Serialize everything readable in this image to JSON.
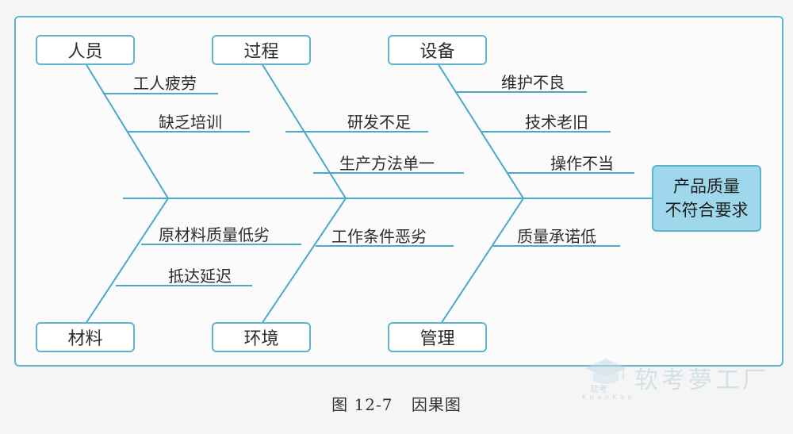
{
  "categories": {
    "personnel": "人员",
    "process": "过程",
    "equipment": "设备",
    "material": "材料",
    "environment": "环境",
    "management": "管理"
  },
  "causes": {
    "personnel": [
      "工人疲劳",
      "缺乏培训"
    ],
    "process": [
      "研发不足",
      "生产方法单一"
    ],
    "equipment": [
      "维护不良",
      "技术老旧",
      "操作不当"
    ],
    "material": [
      "原材料质量低劣",
      "抵达延迟"
    ],
    "environment": [
      "工作条件恶劣"
    ],
    "management": [
      "质量承诺低"
    ]
  },
  "effect": {
    "line1": "产品质量",
    "line2": "不符合要求"
  },
  "caption": {
    "figure_number": "图 12-7",
    "title": "因果图"
  },
  "watermark": {
    "text": "软考夢工厂",
    "small": "软考",
    "pinyin": "K u a n K a o"
  },
  "colors": {
    "line": "#4aa9ca",
    "effect_fill": "#9fd8ec",
    "box_border": "#5fb3cf"
  }
}
